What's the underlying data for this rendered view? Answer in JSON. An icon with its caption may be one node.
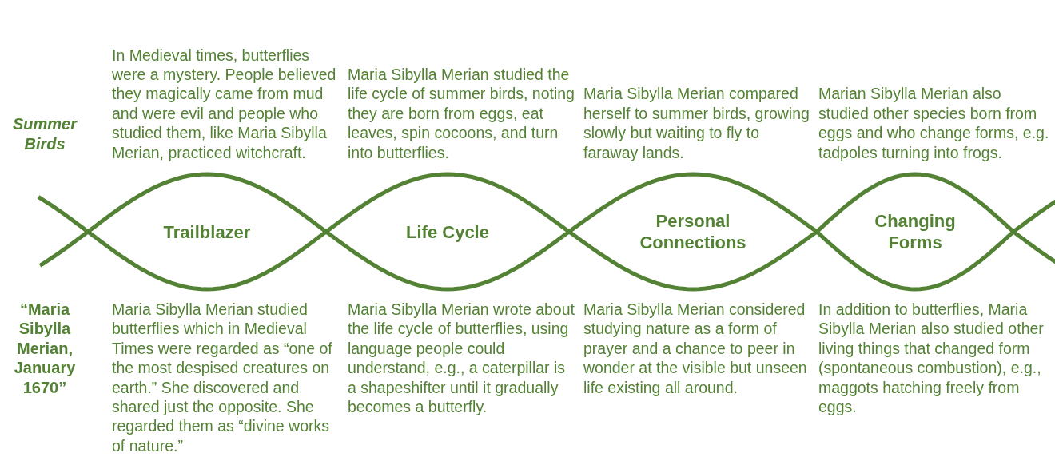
{
  "diagram": {
    "nodes": [
      {
        "text": [
          "Trailblazer"
        ]
      },
      {
        "text": [
          "Life Cycle"
        ]
      },
      {
        "text": [
          "Personal Connections"
        ]
      },
      {
        "text": [
          "Changing Forms"
        ]
      }
    ],
    "labels": [
      "Summer Birds",
      "In Medieval times, butterflies were a mystery. People believed they magically came from mud and were evil and people who studied them, like Maria Sibylla Merian, practiced witchcraft.",
      "Maria Sibylla Merian studied the life cycle of summer birds, noting they are born from eggs, eat leaves, spin cocoons, and turn into butterflies.",
      "Maria Sibylla Merian compared herself to summer birds, growing slowly but waiting to fly to faraway lands.",
      "Marian Sibylla Merian also studied other species born from eggs and who change forms, e.g. tadpoles turning into frogs.",
      "“Maria Sibylla Merian, January 1670”",
      "Maria Sibylla Merian studied butterflies which in Medieval Times were regarded as “one of the most despised creatures on earth.” She discovered and shared just the opposite. She regarded them as “divine works of nature.”",
      "Maria Sibylla Merian wrote about the life cycle of butterflies, using language people could understand, e.g., a caterpillar is a shapeshifter until it gradually becomes a butterfly.",
      "Maria Sibylla Merian considered studying nature as a form of prayer and a chance to peer in wonder at the visible but unseen life existing all around.",
      "In addition to butterflies, Maria Sibylla Merian also studied other living things that changed form (spontaneous combustion), e.g., maggots hatching freely from eggs."
    ]
  }
}
